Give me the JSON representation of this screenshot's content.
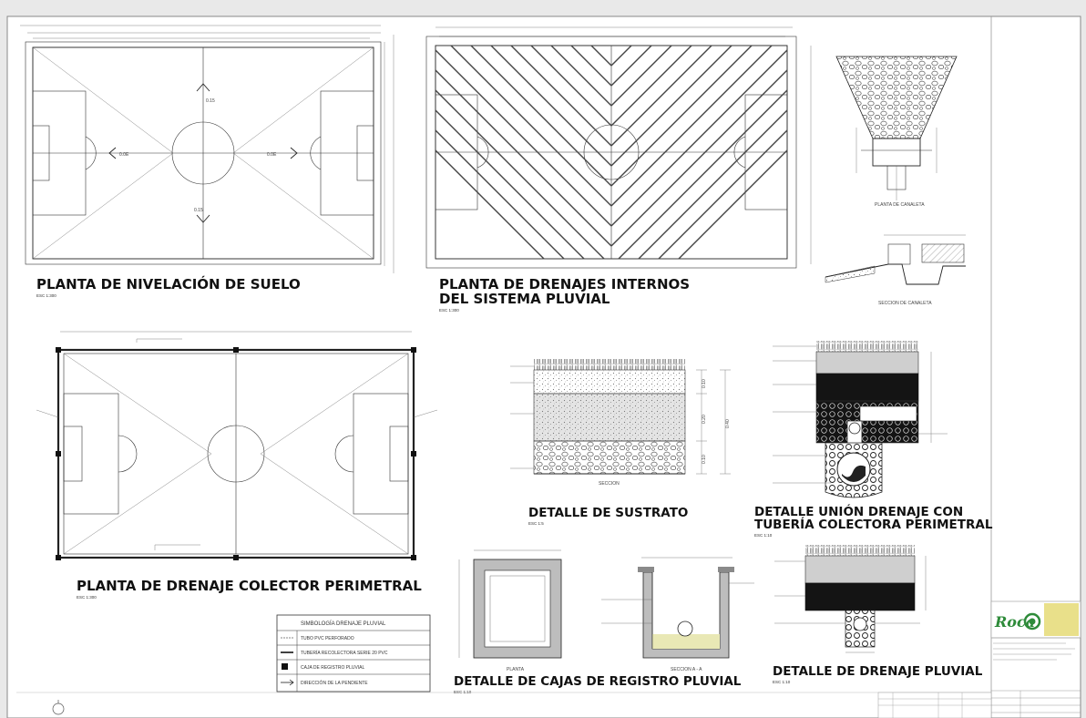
{
  "titles": {
    "nivelacion": "PLANTA DE NIVELACIÓN DE SUELO",
    "drenajes_l1": "PLANTA DE DRENAJES INTERNOS",
    "drenajes_l2": "DEL SISTEMA PLUVIAL",
    "colector": "PLANTA DE DRENAJE COLECTOR PERIMETRAL",
    "sustrato": "DETALLE DE SUSTRATO",
    "union_l1": "DETALLE UNIÓN DRENAJE CON",
    "union_l2": "TUBERÍA COLECTORA PERIMETRAL",
    "cajas": "DETALLE DE CAJAS DE REGISTRO PLUVIAL",
    "drenaje_pluvial": "DETALLE DE DRENAJE PLUVIAL"
  },
  "scales": {
    "nivelacion": "ESC 1:300",
    "drenajes": "ESC 1:300",
    "colector": "ESC 1:300",
    "sustrato": "ESC 1:5",
    "union": "ESC 1:10",
    "cajas": "ESC 1:10",
    "drenaje_pluvial": "ESC 1:10"
  },
  "levels": {
    "top": "0.15",
    "bottom": "0.15",
    "left": "0.0E",
    "right": "0.0E"
  },
  "sub_labels": {
    "planta_canaleta": "PLANTA DE CANALETA",
    "seccion_canaleta": "SECCION DE CANALETA",
    "seccion": "SECCION",
    "planta": "PLANTA",
    "seccion_aa": "SECCION A - A"
  },
  "sustrato_dims": [
    "0.10",
    "0.20",
    "0.10",
    "0.40"
  ],
  "legend": {
    "title": "SIMBOLOGÍA DRENAJE PLUVIAL",
    "rows": [
      "TUBO PVC PERFORADO",
      "TUBERÍA RECOLECTORA SERIE 20 PVC",
      "CAJA DE REGISTRO PLUVIAL",
      "DIRECCIÓN DE LA PENDIENTE"
    ]
  },
  "logo": {
    "text": "Roca"
  },
  "colors": {
    "logo_green": "#2e8b3a",
    "logo_yellow": "#e9e08a",
    "sheet_bg": "#ffffff",
    "fill_dark": "#141414",
    "fill_gray": "#bdbdbd"
  }
}
